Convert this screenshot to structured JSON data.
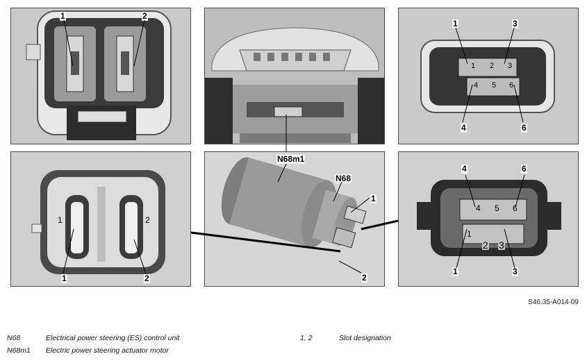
{
  "callouts": {
    "tl_1": "1",
    "tl_2": "2",
    "tr_1": "1",
    "tr_3": "3",
    "tr_4": "4",
    "tr_6": "6",
    "ml_1": "1",
    "ml_2": "2",
    "mc_n68m1": "N68m1",
    "mc_n68": "N68",
    "mc_1": "1",
    "mc_2": "2",
    "mr_4": "4",
    "mr_6": "6",
    "mr_1": "1",
    "mr_3": "3"
  },
  "pin_labels_top_right": [
    "1",
    "2",
    "3",
    "4",
    "5",
    "6"
  ],
  "pin_labels_mid_right": [
    "4",
    "5",
    "6",
    "1",
    "2",
    "3"
  ],
  "pin_labels_mid_left": [
    "1",
    "2"
  ],
  "doc_reference": "S46.35-A014-09",
  "legend": [
    {
      "code": "N68",
      "text": "Electrical power steering (ES) control unit"
    },
    {
      "code": "N68m1",
      "text": "Electric power steering actuator motor"
    },
    {
      "code": "1, 2",
      "text": "Slot designation"
    }
  ],
  "colors": {
    "panel_bg": "#cfcfcf",
    "connector_dark": "#2a2a2a",
    "motor_gray": "#8f8f8f"
  }
}
